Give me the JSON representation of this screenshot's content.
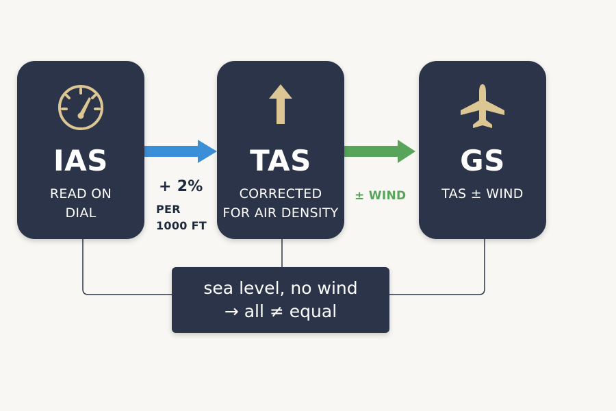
{
  "cards": [
    {
      "title": "IAS",
      "desc_line1": "READ ON",
      "desc_line2": "DIAL",
      "icon": "airspeed-gauge-icon"
    },
    {
      "title": "TAS",
      "desc_line1": "CORRECTED",
      "desc_line2": "FOR AIR DENSITY",
      "icon": "up-arrow-icon"
    },
    {
      "title": "GS",
      "desc_line1": "TAS ± WIND",
      "desc_line2": "",
      "icon": "airplane-icon"
    }
  ],
  "links": {
    "ias_to_tas": {
      "line1": "+ 2%",
      "line2": "PER",
      "line3": "1000 FT",
      "color": "#3a8fd6"
    },
    "tas_to_gs": {
      "label": "± WIND",
      "color": "#58a45a"
    }
  },
  "note": {
    "line1": "sea level, no wind",
    "line2": "→ all ≠ equal"
  },
  "colors": {
    "card": "#2b3448",
    "icon": "#dcc794",
    "background": "#f8f7f3"
  }
}
